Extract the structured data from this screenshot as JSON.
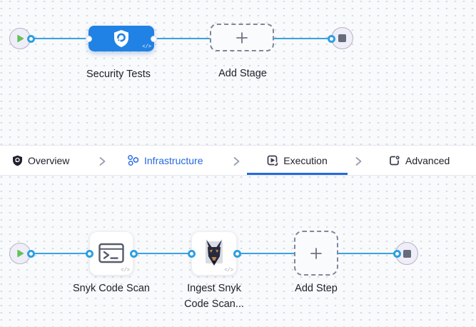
{
  "colors": {
    "accent_blue": "#2569dd",
    "stage_node_blue": "#2082e4",
    "flow_line_blue": "#38a2e2",
    "play_green": "#65c05a",
    "canvas_bg": "#f9fafc",
    "tabbar_bg": "#ffffff",
    "endpoint_fill": "#efedf7",
    "stop_square_gray": "#656b7d"
  },
  "stage_canvas": {
    "stage_label": "Security Tests",
    "add_stage_label": "Add Stage",
    "code_badge": "</>"
  },
  "tabbar": {
    "tabs": [
      {
        "label": "Overview"
      },
      {
        "label": "Infrastructure"
      },
      {
        "label": "Execution"
      },
      {
        "label": "Advanced"
      }
    ],
    "active_tab": "Execution",
    "highlighted_tab": "Infrastructure"
  },
  "execution_canvas": {
    "steps": [
      {
        "label": "Snyk Code Scan"
      },
      {
        "label_line1": "Ingest Snyk",
        "label_line2": "Code Scan..."
      }
    ],
    "add_step_label": "Add Step",
    "code_badge": "</>"
  }
}
